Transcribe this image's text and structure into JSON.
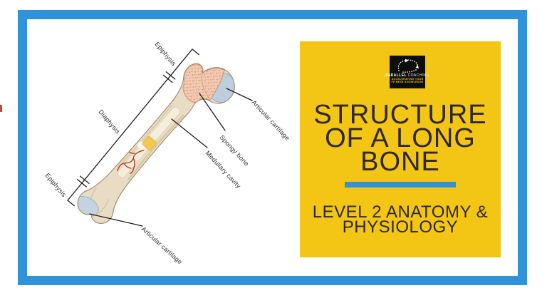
{
  "slide": {
    "border_color": "#2e93d8",
    "background": "#ffffff"
  },
  "diagram": {
    "region_labels": [
      {
        "text": "Epiphysis"
      },
      {
        "text": "Diaphysis"
      },
      {
        "text": "Epiphysis"
      }
    ],
    "part_labels": [
      {
        "text": "Articular cartilage"
      },
      {
        "text": "Spongy bone"
      },
      {
        "text": "Medullary cavity"
      },
      {
        "text": "Articular cartilage"
      }
    ],
    "colors": {
      "bone": "#e8dcc4",
      "spongy_bone": "#f2cab2",
      "articular_cartilage": "#bdcfdc",
      "yellow_marrow": "#f6c94e",
      "blood_vessel": "#c23a28"
    }
  },
  "panel": {
    "background": "#f3c515",
    "logo": {
      "brand_primary": "PARALLEL",
      "brand_secondary": "COACHING",
      "tagline_line1": "ACCELERATING YOUR",
      "tagline_line2": "FITNESS KNOWLEDGE"
    },
    "title_lines": [
      "STRUCTURE",
      "OF A LONG",
      "BONE"
    ],
    "divider_color": "#2e93d8",
    "subtitle_lines": [
      "LEVEL 2 ANATOMY &",
      "PHYSIOLOGY"
    ]
  }
}
